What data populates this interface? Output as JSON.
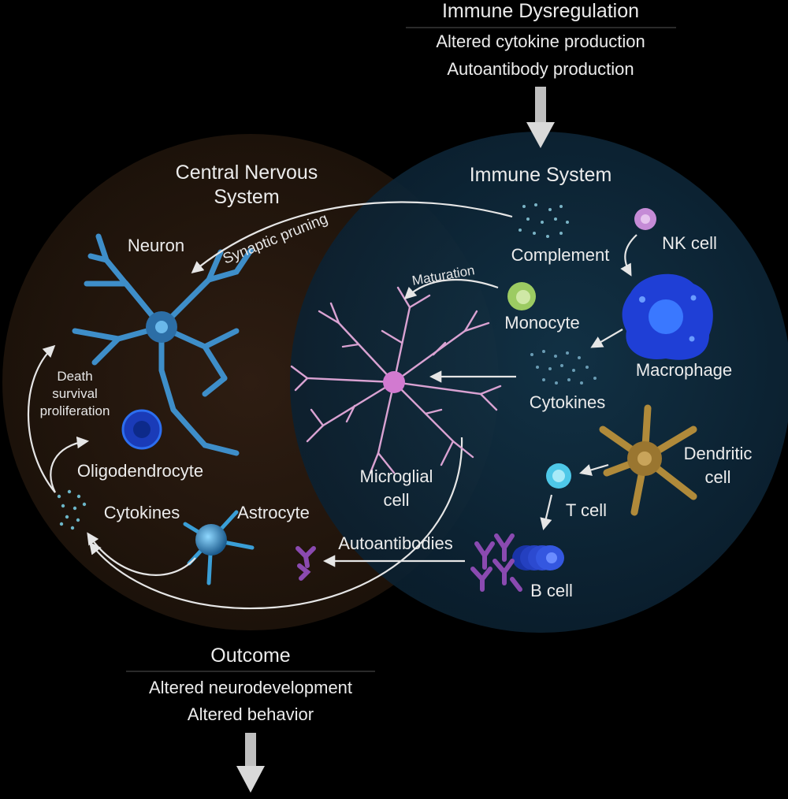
{
  "colors": {
    "background": "#000000",
    "cns_circle": "#2a1a10",
    "immune_circle": "#0e2a3c",
    "neuron": "#3e8ec9",
    "microglia": "#e0a8d8",
    "monocyte": "#9ccb62",
    "nk_cell": "#c58bd6",
    "macrophage": "#1f3fd6",
    "dendritic": "#b08a3a",
    "t_cell": "#4ec8e8",
    "b_cell": "#2a4ad0",
    "antibody": "#8a4ab0",
    "text": "#ececec"
  },
  "top": {
    "title": "Immune Dysregulation",
    "line1": "Altered cytokine production",
    "line2": "Autoantibody production"
  },
  "cns": {
    "title_line1": "Central Nervous",
    "title_line2": "System",
    "neuron": "Neuron",
    "synaptic_pruning": "Synaptic pruning",
    "death": "Death",
    "survival": "survival",
    "proliferation": "proliferation",
    "oligodendrocyte": "Oligodendrocyte",
    "cytokines": "Cytokines",
    "astrocyte": "Astrocyte"
  },
  "overlap": {
    "maturation": "Maturation",
    "microglial_line1": "Microglial",
    "microglial_line2": "cell",
    "autoantibodies": "Autoantibodies"
  },
  "immune": {
    "title": "Immune System",
    "complement": "Complement",
    "nk_cell": "NK cell",
    "monocyte": "Monocyte",
    "macrophage": "Macrophage",
    "cytokines": "Cytokines",
    "dendritic_line1": "Dendritic",
    "dendritic_line2": "cell",
    "t_cell": "T cell",
    "b_cell": "B cell"
  },
  "bottom": {
    "title": "Outcome",
    "line1": "Altered neurodevelopment",
    "line2": "Altered behavior"
  }
}
